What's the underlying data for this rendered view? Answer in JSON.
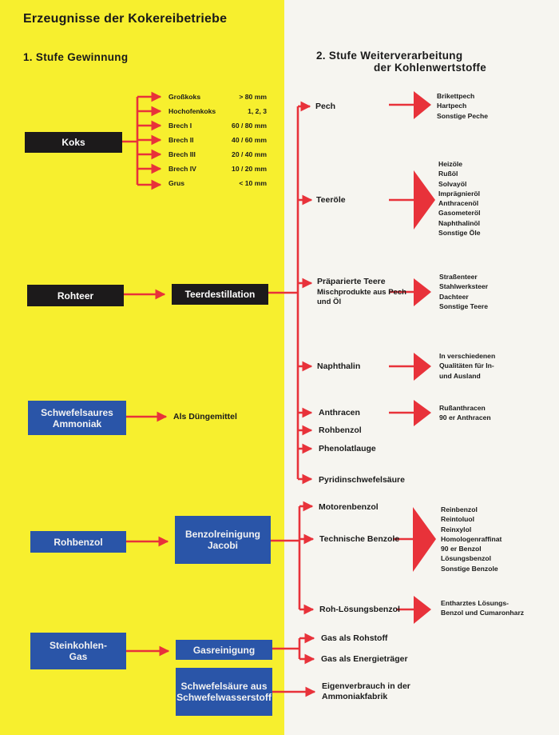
{
  "title": "Erzeugnisse der Kokereibetriebe",
  "stage1": "1. Stufe Gewinnung",
  "stage2_line1": "2. Stufe Weiterverarbeitung",
  "stage2_line2": "der Kohlenwertstoffe",
  "primary": {
    "koks": "Koks",
    "rohteer": "Rohteer",
    "ammoniak_l1": "Schwefelsaures",
    "ammoniak_l2": "Ammoniak",
    "rohbenzol": "Rohbenzol",
    "gas_l1": "Steinkohlen-",
    "gas_l2": "Gas"
  },
  "processes": {
    "teerdestillation": "Teerdestillation",
    "benzol_l1": "Benzolreinigung",
    "benzol_l2": "Jacobi",
    "gasreinigung": "Gasreinigung",
    "schwefel_l1": "Schwefelsäure aus",
    "schwefel_l2": "Schwefelwasserstoff",
    "duengemittel": "Als Düngemittel"
  },
  "koks_grades": [
    {
      "name": "Großkoks",
      "size": "> 80 mm"
    },
    {
      "name": "Hochofenkoks",
      "size": "1, 2, 3"
    },
    {
      "name": "Brech I",
      "size": "60 / 80 mm"
    },
    {
      "name": "Brech II",
      "size": "40 / 60 mm"
    },
    {
      "name": "Brech III",
      "size": "20 / 40 mm"
    },
    {
      "name": "Brech IV",
      "size": "10 / 20 mm"
    },
    {
      "name": "Grus",
      "size": "< 10 mm"
    }
  ],
  "stage2_items": {
    "pech": "Pech",
    "teeroele": "Teeröle",
    "praep_l1": "Präparierte Teere",
    "praep_l2": "Mischprodukte aus Pech",
    "praep_l3": "und Öl",
    "naphthalin": "Naphthalin",
    "anthracen": "Anthracen",
    "rohbenzol": "Rohbenzol",
    "phenolatlauge": "Phenolatlauge",
    "pyridin": "Pyridinschwefelsäure",
    "motorenbenzol": "Motorenbenzol",
    "technische": "Technische Benzole",
    "roh_loesung": "Roh-Lösungsbenzol",
    "gas_rohstoff": "Gas als Rohstoff",
    "gas_energie": "Gas als Energieträger",
    "eigen_l1": "Eigenverbrauch in der",
    "eigen_l2": "Ammoniakfabrik"
  },
  "end_products": {
    "pech": [
      "Brikettpech",
      "Hartpech",
      "Sonstige Peche"
    ],
    "teeroele": [
      "Heizöle",
      "Rußöl",
      "Solvayöl",
      "Imprägnieröl",
      "Anthracenöl",
      "Gasometeröl",
      "Naphthalinöl",
      "Sonstige Öle"
    ],
    "teere": [
      "Straßenteer",
      "Stahlwerksteer",
      "Dachteer",
      "Sonstige Teere"
    ],
    "naphthalin": [
      "In verschiedenen",
      "Qualitäten für In-",
      "und Ausland"
    ],
    "anthracen": [
      "Rußanthracen",
      "90 er Anthracen"
    ],
    "benzole": [
      "Reinbenzol",
      "Reintoluol",
      "Reinxylol",
      "Homologenraffinat",
      "90 er Benzol",
      "Lösungsbenzol",
      "Sonstige Benzole"
    ],
    "harz": [
      "Entharztes Lösungs-",
      "Benzol und Cumaronharz"
    ]
  },
  "colors": {
    "yellow": "#f7ef2e",
    "arrow_red": "#e8323a",
    "box_black": "#1c1a1b",
    "box_blue": "#2a55a8"
  }
}
